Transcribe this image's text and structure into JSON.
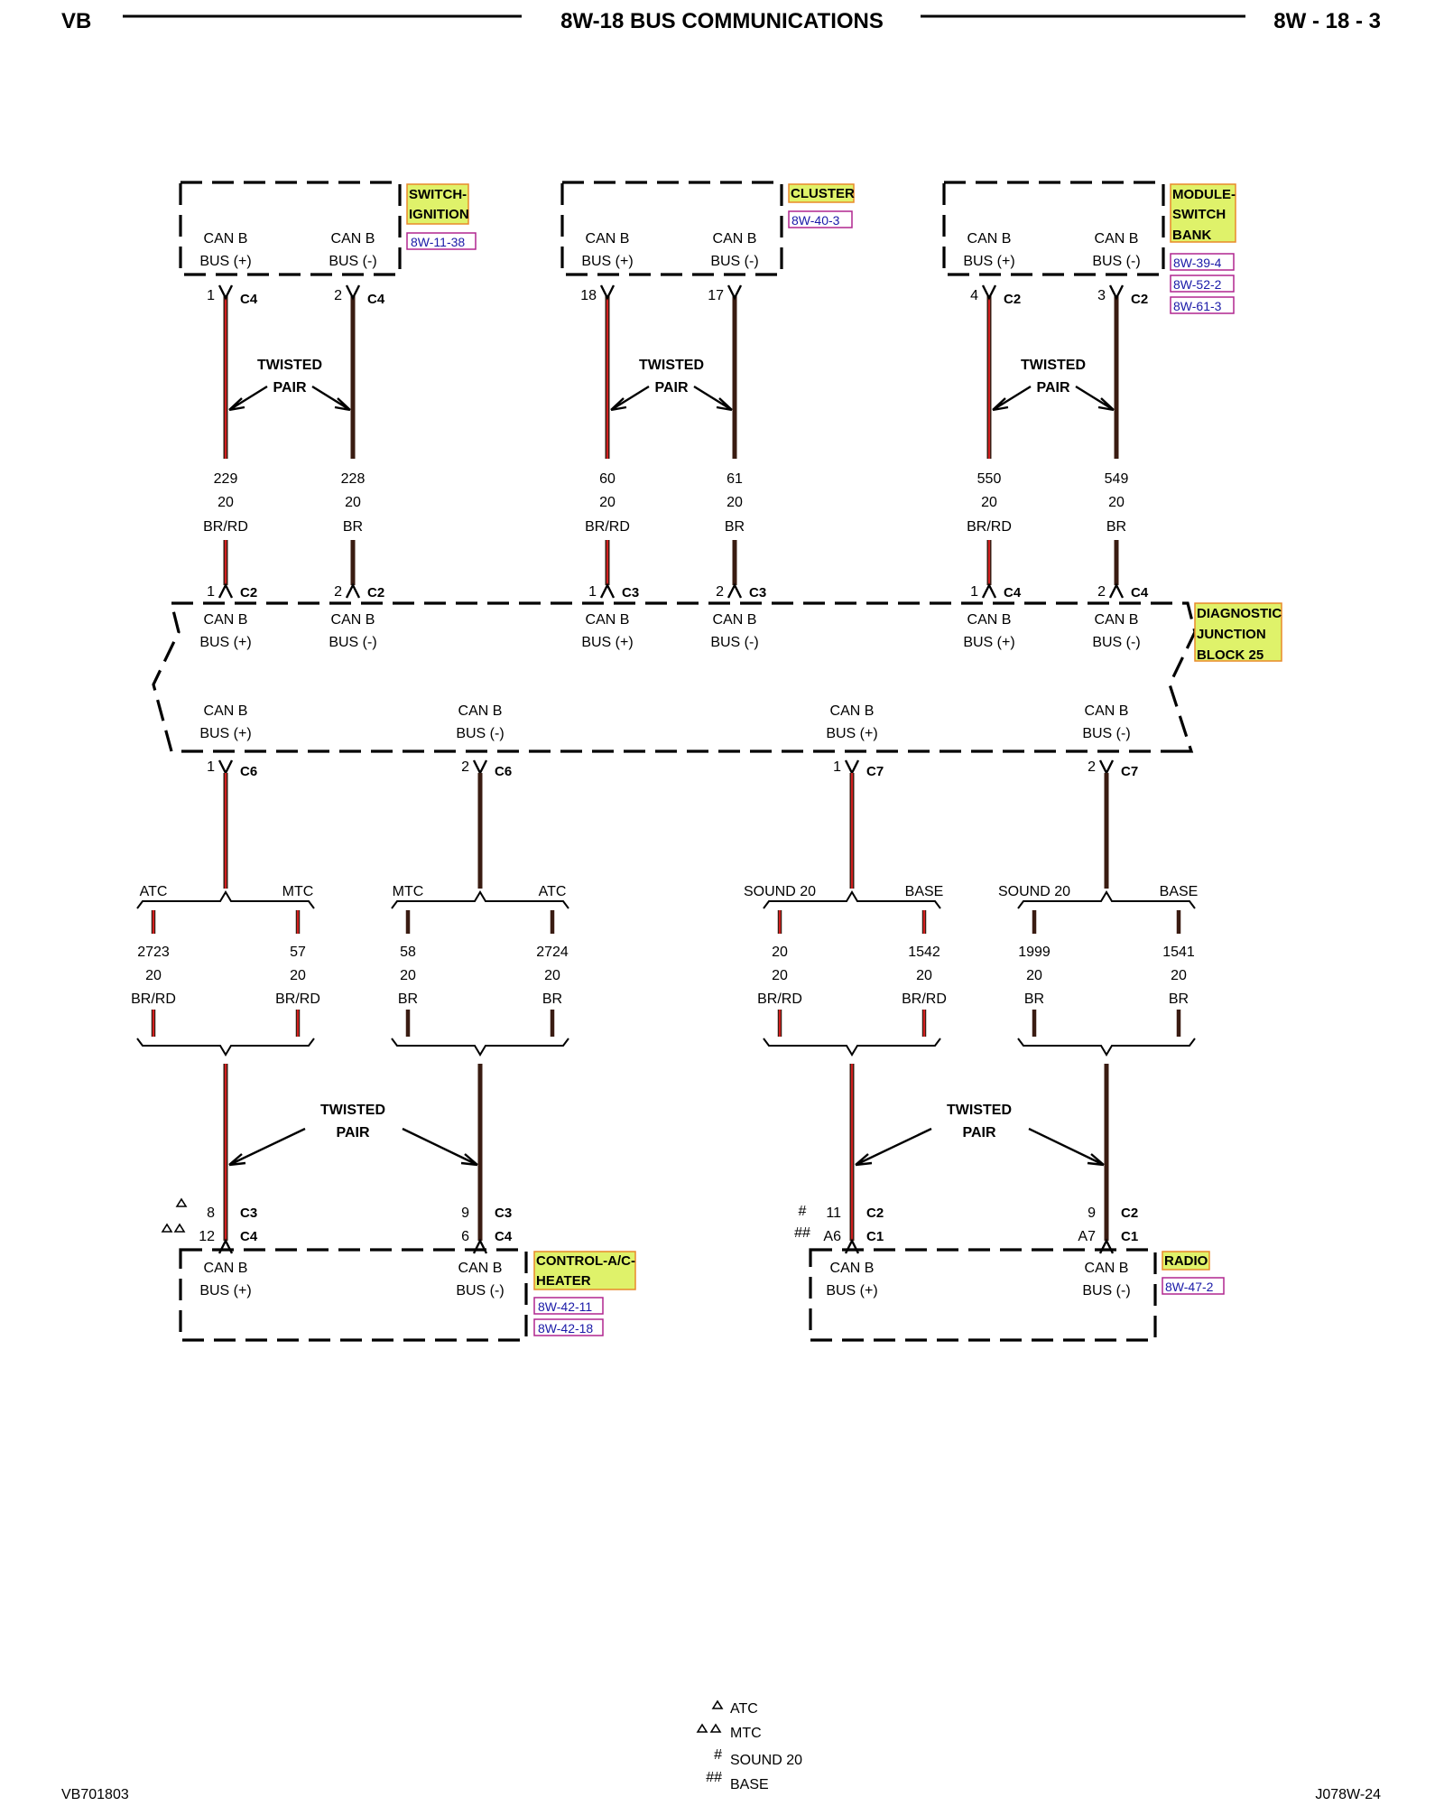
{
  "header": {
    "left": "VB",
    "title": "8W-18 BUS COMMUNICATIONS",
    "page": "8W - 18 - 3"
  },
  "footer": {
    "left_code": "VB701803",
    "right_code": "J078W-24"
  },
  "colors": {
    "wire_brown": "#3a1c12",
    "wire_red_stripe": "#d21f1f",
    "label_highlight": "#dff26a",
    "label_highlight_border": "#e88a2a",
    "ref_text": "#1a1aa8",
    "ref_border": "#b0268f"
  },
  "modules": {
    "ignition_switch": {
      "label_lines": [
        "SWITCH-",
        "IGNITION"
      ],
      "refs": [
        "8W-11-38"
      ],
      "pins": [
        {
          "line1": "CAN B",
          "line2": "BUS (+)",
          "pin": "1",
          "connector": "C4"
        },
        {
          "line1": "CAN B",
          "line2": "BUS (-)",
          "pin": "2",
          "connector": "C4"
        }
      ]
    },
    "cluster": {
      "label_lines": [
        "CLUSTER"
      ],
      "refs": [
        "8W-40-3"
      ],
      "pins": [
        {
          "line1": "CAN B",
          "line2": "BUS (+)",
          "pin": "18",
          "connector": ""
        },
        {
          "line1": "CAN B",
          "line2": "BUS (-)",
          "pin": "17",
          "connector": ""
        }
      ]
    },
    "switch_bank": {
      "label_lines": [
        "MODULE-",
        "SWITCH",
        "BANK"
      ],
      "refs": [
        "8W-39-4",
        "8W-52-2",
        "8W-61-3"
      ],
      "pins": [
        {
          "line1": "CAN B",
          "line2": "BUS (+)",
          "pin": "4",
          "connector": "C2"
        },
        {
          "line1": "CAN B",
          "line2": "BUS (-)",
          "pin": "3",
          "connector": "C2"
        }
      ]
    },
    "junction_block": {
      "label_lines": [
        "DIAGNOSTIC",
        "JUNCTION",
        "BLOCK 25"
      ],
      "top_pins": [
        {
          "line1": "CAN B",
          "line2": "BUS (+)",
          "pin": "1",
          "connector": "C2"
        },
        {
          "line1": "CAN B",
          "line2": "BUS (-)",
          "pin": "2",
          "connector": "C2"
        },
        {
          "line1": "CAN B",
          "line2": "BUS (+)",
          "pin": "1",
          "connector": "C3"
        },
        {
          "line1": "CAN B",
          "line2": "BUS (-)",
          "pin": "2",
          "connector": "C3"
        },
        {
          "line1": "CAN B",
          "line2": "BUS (+)",
          "pin": "1",
          "connector": "C4"
        },
        {
          "line1": "CAN B",
          "line2": "BUS (-)",
          "pin": "2",
          "connector": "C4"
        }
      ],
      "bottom_pins": [
        {
          "line1": "CAN B",
          "line2": "BUS (+)",
          "pin": "1",
          "connector": "C6"
        },
        {
          "line1": "CAN B",
          "line2": "BUS (-)",
          "pin": "2",
          "connector": "C6"
        },
        {
          "line1": "CAN B",
          "line2": "BUS (+)",
          "pin": "1",
          "connector": "C7"
        },
        {
          "line1": "CAN B",
          "line2": "BUS (-)",
          "pin": "2",
          "connector": "C7"
        }
      ]
    },
    "ac_heater": {
      "label_lines": [
        "CONTROL-A/C-",
        "HEATER"
      ],
      "refs": [
        "8W-42-11",
        "8W-42-18"
      ],
      "pins": [
        {
          "line1": "CAN B",
          "line2": "BUS (+)",
          "pin_a": "8",
          "conn_a": "C3",
          "pin_b": "12",
          "conn_b": "C4"
        },
        {
          "line1": "CAN B",
          "line2": "BUS (-)",
          "pin_a": "9",
          "conn_a": "C3",
          "pin_b": "6",
          "conn_b": "C4"
        }
      ]
    },
    "radio": {
      "label_lines": [
        "RADIO"
      ],
      "refs": [
        "8W-47-2"
      ],
      "pins": [
        {
          "line1": "CAN B",
          "line2": "BUS (+)",
          "pin_a": "11",
          "conn_a": "C2",
          "pin_b": "A6",
          "conn_b": "C1"
        },
        {
          "line1": "CAN B",
          "line2": "BUS (-)",
          "pin_a": "9",
          "conn_a": "C2",
          "pin_b": "A7",
          "conn_b": "C1"
        }
      ]
    }
  },
  "upper_wires": [
    {
      "circuit": "229",
      "gauge": "20",
      "color": "BR/RD"
    },
    {
      "circuit": "228",
      "gauge": "20",
      "color": "BR"
    },
    {
      "circuit": "60",
      "gauge": "20",
      "color": "BR/RD"
    },
    {
      "circuit": "61",
      "gauge": "20",
      "color": "BR"
    },
    {
      "circuit": "550",
      "gauge": "20",
      "color": "BR/RD"
    },
    {
      "circuit": "549",
      "gauge": "20",
      "color": "BR"
    }
  ],
  "twisted_pair": [
    "TWISTED",
    "PAIR"
  ],
  "branches": [
    {
      "variant": "ATC",
      "circuit": "2723",
      "gauge": "20",
      "color": "BR/RD"
    },
    {
      "variant": "MTC",
      "circuit": "57",
      "gauge": "20",
      "color": "BR/RD"
    },
    {
      "variant": "MTC",
      "circuit": "58",
      "gauge": "20",
      "color": "BR"
    },
    {
      "variant": "ATC",
      "circuit": "2724",
      "gauge": "20",
      "color": "BR"
    },
    {
      "variant": "SOUND 20",
      "circuit": "20",
      "gauge": "20",
      "color": "BR/RD"
    },
    {
      "variant": "BASE",
      "circuit": "1542",
      "gauge": "20",
      "color": "BR/RD"
    },
    {
      "variant": "SOUND 20",
      "circuit": "1999",
      "gauge": "20",
      "color": "BR"
    },
    {
      "variant": "BASE",
      "circuit": "1541",
      "gauge": "20",
      "color": "BR"
    }
  ],
  "legend": [
    {
      "symbol": "single-triangle-icon",
      "label": "ATC"
    },
    {
      "symbol": "double-triangle-icon",
      "label": "MTC"
    },
    {
      "symbol": "single-hash-icon",
      "label": "SOUND 20"
    },
    {
      "symbol": "double-hash-icon",
      "label": "BASE"
    }
  ]
}
